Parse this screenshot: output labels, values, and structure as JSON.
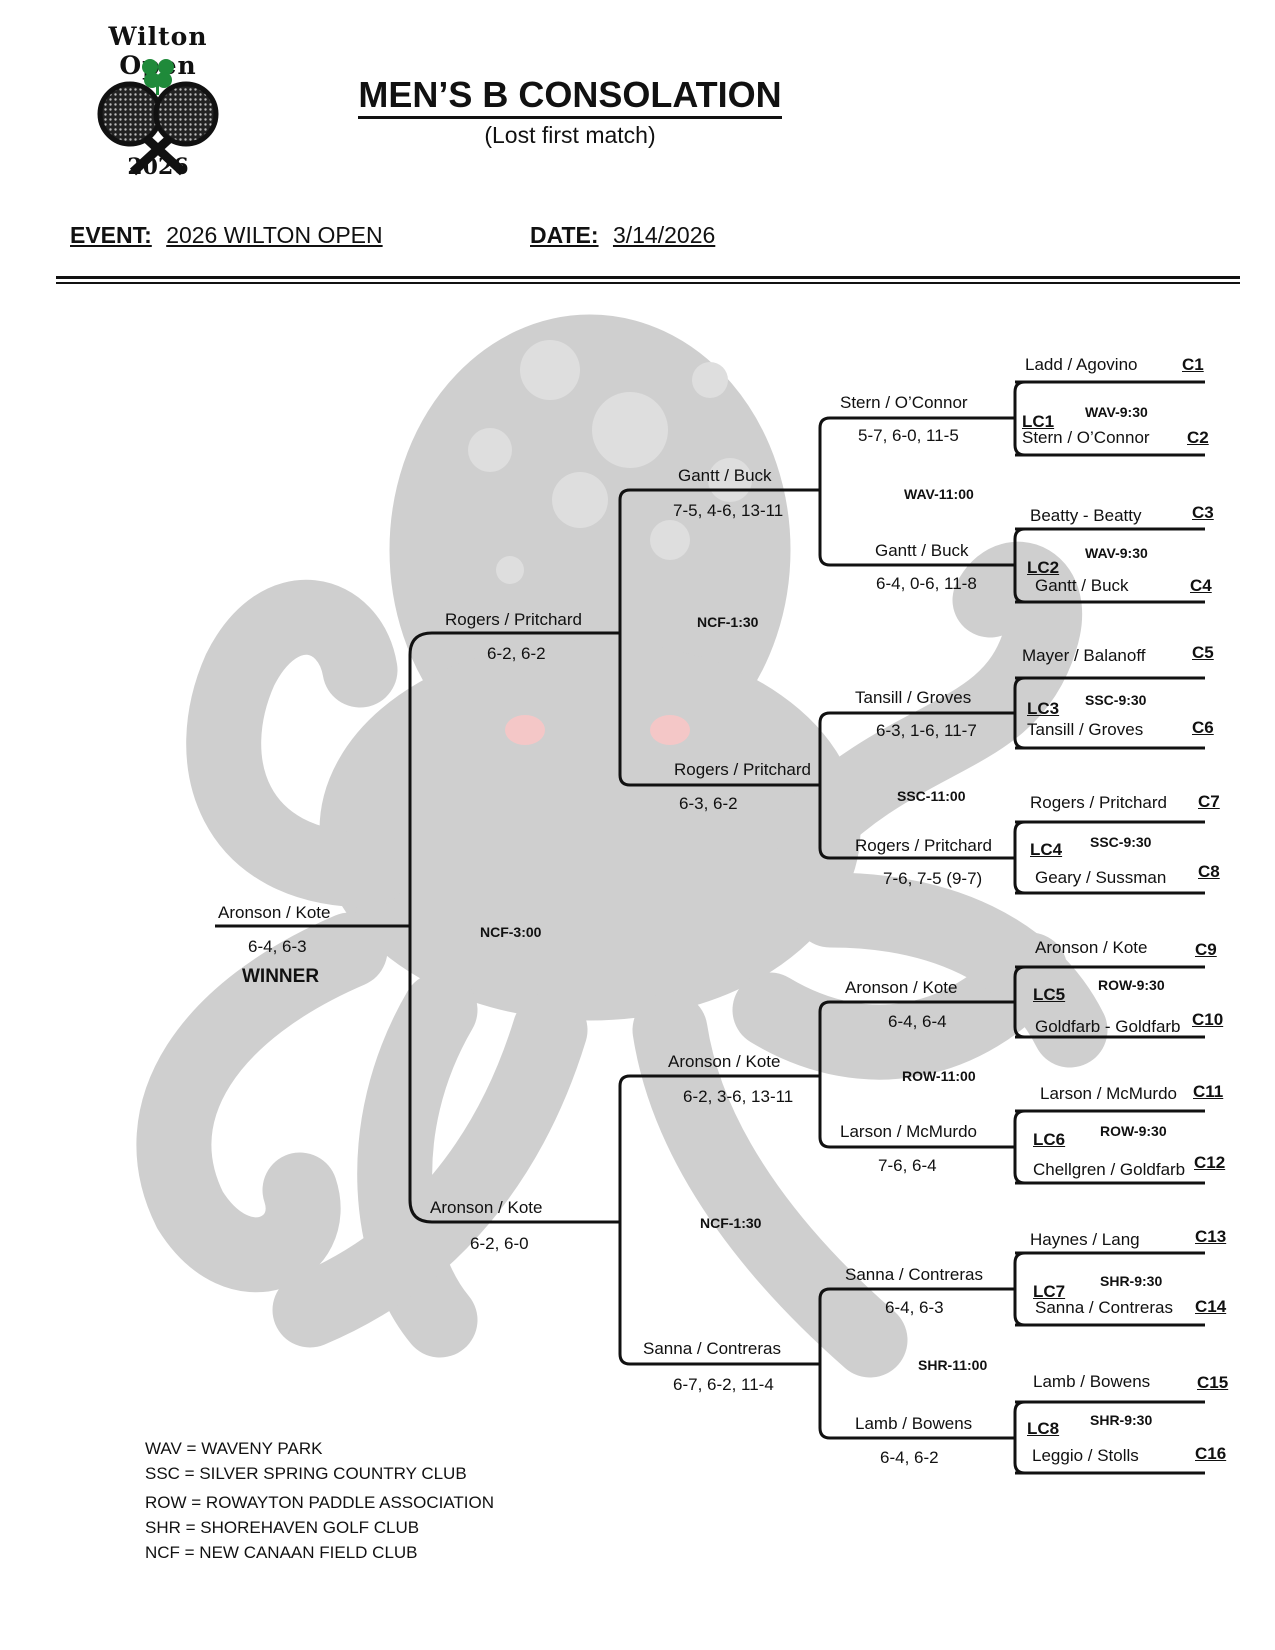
{
  "logo": {
    "top_text": "Wilton Open",
    "year": "2026"
  },
  "header": {
    "title": "MEN’S B CONSOLATION",
    "subtitle": "(Lost first match)",
    "event_label": "EVENT:",
    "event_value": "2026 WILTON OPEN",
    "date_label": "DATE:",
    "date_value": "3/14/2026"
  },
  "round1": [
    {
      "code": "C1",
      "team": "Ladd / Agovino"
    },
    {
      "code": "C2",
      "team": "Stern / O’Connor"
    },
    {
      "code": "C3",
      "team": "Beatty - Beatty"
    },
    {
      "code": "C4",
      "team": "Gantt / Buck"
    },
    {
      "code": "C5",
      "team": "Mayer / Balanoff"
    },
    {
      "code": "C6",
      "team": "Tansill / Groves"
    },
    {
      "code": "C7",
      "team": "Rogers / Pritchard"
    },
    {
      "code": "C8",
      "team": "Geary / Sussman"
    },
    {
      "code": "C9",
      "team": "Aronson / Kote"
    },
    {
      "code": "C10",
      "team": "Goldfarb - Goldfarb"
    },
    {
      "code": "C11",
      "team": "Larson / McMurdo"
    },
    {
      "code": "C12",
      "team": "Chellgren / Goldfarb"
    },
    {
      "code": "C13",
      "team": "Haynes / Lang"
    },
    {
      "code": "C14",
      "team": "Sanna / Contreras"
    },
    {
      "code": "C15",
      "team": "Lamb / Bowens"
    },
    {
      "code": "C16",
      "team": "Leggio / Stolls"
    }
  ],
  "round1_matches": [
    {
      "code": "LC1",
      "venue": "WAV-9:30"
    },
    {
      "code": "LC2",
      "venue": "WAV-9:30"
    },
    {
      "code": "LC3",
      "venue": "SSC-9:30"
    },
    {
      "code": "LC4",
      "venue": "SSC-9:30"
    },
    {
      "code": "LC5",
      "venue": "ROW-9:30"
    },
    {
      "code": "LC6",
      "venue": "ROW-9:30"
    },
    {
      "code": "LC7",
      "venue": "SHR-9:30"
    },
    {
      "code": "LC8",
      "venue": "SHR-9:30"
    }
  ],
  "round2": [
    {
      "team": "Stern / O’Connor",
      "score": "5-7, 6-0, 11-5"
    },
    {
      "team": "Gantt / Buck",
      "score": "6-4, 0-6, 11-8"
    },
    {
      "team": "Tansill / Groves",
      "score": "6-3, 1-6, 11-7"
    },
    {
      "team": "Rogers / Pritchard",
      "score": "7-6, 7-5 (9-7)"
    },
    {
      "team": "Aronson / Kote",
      "score": "6-4, 6-4"
    },
    {
      "team": "Larson / McMurdo",
      "score": "7-6, 6-4"
    },
    {
      "team": "Sanna / Contreras",
      "score": "6-4, 6-3"
    },
    {
      "team": "Lamb / Bowens",
      "score": "6-4, 6-2"
    }
  ],
  "round2_venues": [
    "WAV-11:00",
    "SSC-11:00",
    "ROW-11:00",
    "SHR-11:00"
  ],
  "round3": [
    {
      "team": "Gantt / Buck",
      "score": "7-5, 4-6, 13-11"
    },
    {
      "team": "Rogers / Pritchard",
      "score": "6-3, 6-2"
    },
    {
      "team": "Aronson / Kote",
      "score": "6-2, 3-6, 13-11"
    },
    {
      "team": "Sanna / Contreras",
      "score": "6-7, 6-2, 11-4"
    }
  ],
  "round3_venues": [
    "NCF-1:30",
    "NCF-1:30"
  ],
  "semis": [
    {
      "team": "Rogers / Pritchard",
      "score": "6-2, 6-2"
    },
    {
      "team": "Aronson / Kote",
      "score": "6-2, 6-0"
    }
  ],
  "final_venue": "NCF-3:00",
  "champion": {
    "team": "Aronson / Kote",
    "score": "6-4, 6-3",
    "label": "WINNER"
  },
  "legend": [
    "WAV = WAVENY PARK",
    "SSC = SILVER SPRING COUNTRY CLUB",
    "ROW = ROWAYTON PADDLE ASSOCIATION",
    "SHR = SHOREHAVEN GOLF CLUB",
    "NCF = NEW CANAAN FIELD CLUB"
  ],
  "colors": {
    "octopus": "#cfcfcf",
    "octopus_spots": "#dedede",
    "octopus_cheek": "#f4c7c7",
    "shamrock": "#1f8a3a",
    "ink": "#111111"
  }
}
